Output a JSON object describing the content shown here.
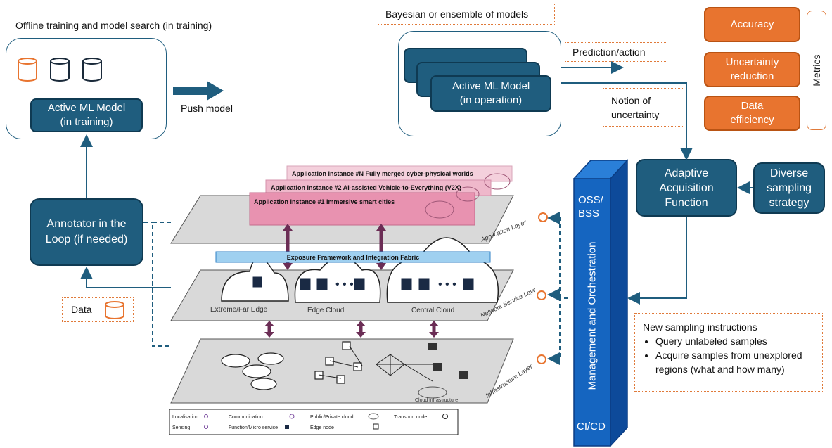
{
  "offline": {
    "title": "Offline training and model search (in training)",
    "model_line1": "Active ML Model",
    "model_line2": "(in training)",
    "push_label": "Push model"
  },
  "annotator": {
    "line1": "Annotator in the",
    "line2": "Loop (if needed)"
  },
  "data_label": "Data",
  "bayesian": {
    "title": "Bayesian or ensemble of models",
    "model_line1": "Active ML Model",
    "model_line2": "(in operation)"
  },
  "prediction_label": "Prediction/action",
  "uncertainty": {
    "line1": "Notion of",
    "line2": "uncertainty"
  },
  "metrics": {
    "title": "Metrics",
    "items": [
      {
        "line1": "Accuracy",
        "line2": ""
      },
      {
        "line1": "Uncertainty",
        "line2": "reduction"
      },
      {
        "line1": "Data",
        "line2": "efficiency"
      }
    ]
  },
  "acquisition": {
    "line1": "Adaptive",
    "line2": "Acquisition",
    "line3": "Function"
  },
  "diverse": {
    "line1": "Diverse",
    "line2": "sampling",
    "line3": "strategy"
  },
  "pillar": {
    "top1": "OSS/",
    "top2": "BSS",
    "middle": "Management and Orchestration",
    "bottom": "CI/CD"
  },
  "instructions": {
    "title": "New sampling instructions",
    "items": [
      "Query unlabeled samples",
      "Acquire samples from unexplored regions (what and how many)"
    ]
  },
  "layers": {
    "app_instances": [
      "Application Instance #N Fully merged cyber-physical worlds",
      "Application Instance #2 AI-assisted Vehicle-to-Everything (V2X)",
      "Application Instance #1 Immersive smart cities"
    ],
    "application_layer": "Application Layer",
    "network_service_layer": "Network Service Layer",
    "infrastructure_layer": "Infrastructure Layer",
    "exposure": "Exposure Framework and Integration Fabric",
    "clouds": [
      "Extreme/Far Edge",
      "Edge Cloud",
      "Central Cloud"
    ],
    "cloud_infra": "Cloud infrastructure"
  },
  "legend": {
    "items": [
      "Localisation",
      "Communication",
      "Public/Private cloud",
      "Transport node",
      "Sensing",
      "Function/Micro service",
      "Edge node"
    ]
  },
  "colors": {
    "dark_blue": "#1f5d7e",
    "orange": "#e8742f",
    "pillar_blue": "#1565c0",
    "arrow_purple": "#6b2d55"
  }
}
